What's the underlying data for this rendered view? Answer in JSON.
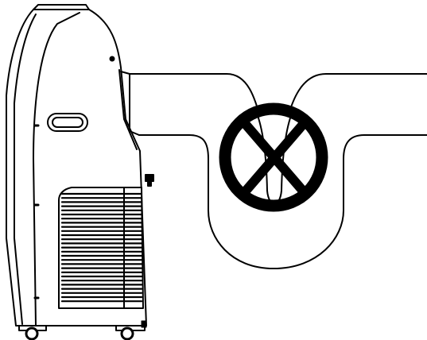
{
  "colors": {
    "line": "#000000",
    "background": "#ffffff"
  },
  "figure": {
    "unit_side_view": "portable-air-conditioner-side",
    "exhaust_hose": "exhaust-hose-with-downward-bend",
    "prohibition_mark": "circle-with-x"
  }
}
